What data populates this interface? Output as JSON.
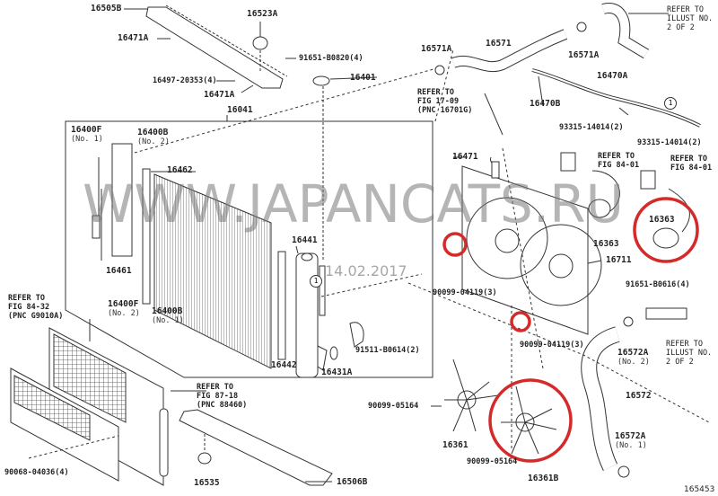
{
  "watermark": "WWW.JAPANCATS.RU",
  "date_stamp": "14.02.2017",
  "illustration_number": "165453",
  "highlight_color": "#d42a2a",
  "callout_marker": "1",
  "callouts": [
    {
      "lines": [
        "16505B"
      ]
    },
    {
      "lines": [
        "16523A"
      ]
    },
    {
      "lines": [
        "16471A"
      ]
    },
    {
      "lines": [
        "91651-B0820(4)"
      ]
    },
    {
      "lines": [
        "16497-20353(4)"
      ]
    },
    {
      "lines": [
        "16471A"
      ]
    },
    {
      "lines": [
        "16401"
      ]
    },
    {
      "lines": [
        "16041"
      ]
    },
    {
      "lines": [
        "16400F",
        "(No. 1)"
      ]
    },
    {
      "lines": [
        "16400B",
        "(No. 2)"
      ]
    },
    {
      "lines": [
        "16462"
      ]
    },
    {
      "lines": [
        "16441"
      ]
    },
    {
      "lines": [
        "16461"
      ]
    },
    {
      "lines": [
        "16400F",
        "(No. 2)"
      ]
    },
    {
      "lines": [
        "16400B",
        "(No. 1)"
      ]
    },
    {
      "lines": [
        "16442"
      ]
    },
    {
      "lines": [
        "16431A"
      ]
    },
    {
      "lines": [
        "91511-B0614(2)"
      ]
    },
    {
      "lines": [
        "REFER TO",
        "FIG 84-32",
        "(PNC G9010A)"
      ]
    },
    {
      "lines": [
        "REFER TO",
        "FIG 87-18",
        "(PNC 88460)"
      ]
    },
    {
      "lines": [
        "90068-04036(4)"
      ]
    },
    {
      "lines": [
        "16535"
      ]
    },
    {
      "lines": [
        "16506B"
      ]
    },
    {
      "lines": [
        "16571A"
      ]
    },
    {
      "lines": [
        "16571"
      ]
    },
    {
      "lines": [
        "16571A"
      ]
    },
    {
      "lines": [
        "REFER TO",
        "ILLUST NO.",
        "2 OF 2"
      ]
    },
    {
      "lines": [
        "16470A"
      ]
    },
    {
      "lines": [
        "16470B"
      ]
    },
    {
      "lines": [
        "REFER TO",
        "FIG 17-09",
        "(PNC 16701G)"
      ]
    },
    {
      "lines": [
        "93315-14014(2)"
      ]
    },
    {
      "lines": [
        "93315-14014(2)"
      ]
    },
    {
      "lines": [
        "REFER TO",
        "FIG 84-01"
      ]
    },
    {
      "lines": [
        "REFER TO",
        "FIG 84-01"
      ]
    },
    {
      "lines": [
        "16471"
      ]
    },
    {
      "lines": [
        "16363"
      ]
    },
    {
      "lines": [
        "16363"
      ]
    },
    {
      "lines": [
        "16711"
      ]
    },
    {
      "lines": [
        "90099-04119(3)"
      ]
    },
    {
      "lines": [
        "91651-B0616(4)"
      ]
    },
    {
      "lines": [
        "90099-04119(3)"
      ]
    },
    {
      "lines": [
        "16572A",
        "(No. 2)"
      ]
    },
    {
      "lines": [
        "REFER TO",
        "ILLUST NO.",
        "2 OF 2"
      ]
    },
    {
      "lines": [
        "16572"
      ]
    },
    {
      "lines": [
        "90099-05164"
      ]
    },
    {
      "lines": [
        "16361"
      ]
    },
    {
      "lines": [
        "90099-05164"
      ]
    },
    {
      "lines": [
        "16361B"
      ]
    },
    {
      "lines": [
        "16572A",
        "(No. 1)"
      ]
    }
  ]
}
